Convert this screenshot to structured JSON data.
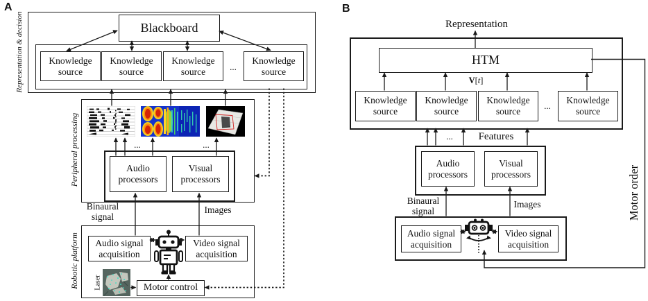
{
  "panelA": {
    "letter": "A",
    "sections": {
      "representation_decision": "Representation & decision",
      "peripheral_processing": "Peripheral processing",
      "robotic_platform": "Robotic platform",
      "laser": "Laser"
    },
    "blackboard": "Blackboard",
    "knowledge_sources": [
      "Knowledge source",
      "Knowledge source",
      "Knowledge source",
      "Knowledge source"
    ],
    "ellipsis": "...",
    "audio_processors": "Audio processors",
    "visual_processors": "Visual processors",
    "binaural_signal": "Binaural signal",
    "images_label": "Images",
    "audio_acquisition": "Audio signal acquisition",
    "video_acquisition": "Video signal acquisition",
    "motor_control": "Motor control",
    "icons": [
      "robot-icon",
      "cochleagram-image",
      "spectrogram-image",
      "vision-image",
      "laser-map-image"
    ]
  },
  "panelB": {
    "letter": "B",
    "representation": "Representation",
    "htm": "HTM",
    "v_label": {
      "bold": "V",
      "open": "[",
      "t": "t",
      "close": "]"
    },
    "knowledge_sources": [
      "Knowledge source",
      "Knowledge source",
      "Knowledge source",
      "Knowledge source"
    ],
    "ellipsis": "...",
    "features": "Features",
    "audio_processors": "Audio processors",
    "visual_processors": "Visual processors",
    "binaural_signal": "Binaural signal",
    "images_label": "Images",
    "audio_acquisition": "Audio signal acquisition",
    "video_acquisition": "Video signal acquisition",
    "motor_order": "Motor order",
    "icons": [
      "robot-head-icon"
    ]
  },
  "colors": {
    "line": "#1a1a1a",
    "background": "#ffffff",
    "spectrogram_blue": "#1533cd",
    "spectrogram_red": "#d42408",
    "spectrogram_orange": "#ff8c10",
    "spectrogram_yellow": "#f5d020",
    "spectrogram_cyan": "#38d8b8",
    "laser_background": "#55655f",
    "laser_free_space": "#c3c7bd",
    "laser_points": "#38dfc6"
  }
}
